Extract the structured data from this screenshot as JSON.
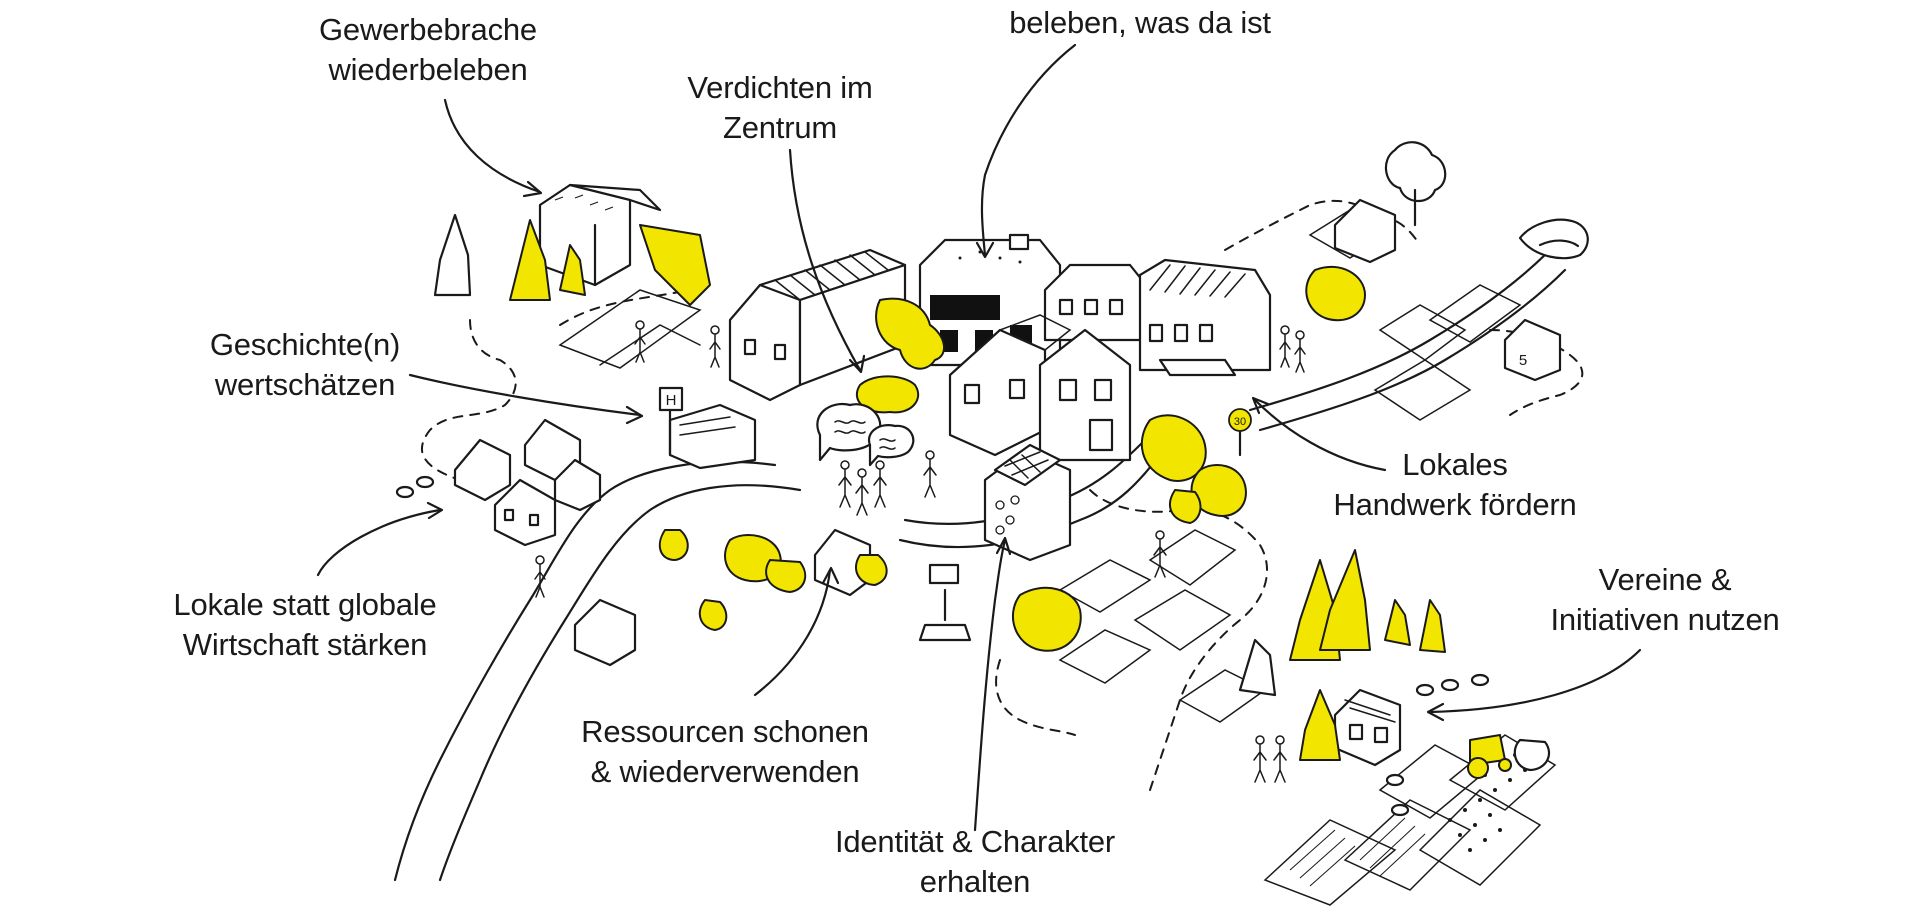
{
  "colors": {
    "accent": "#f2e500",
    "ink": "#1a1a1a",
    "background": "#ffffff"
  },
  "labels": {
    "gewerbebrache": [
      "Gewerbebrache",
      "wiederbeleben"
    ],
    "beleben": [
      "beleben, was da ist"
    ],
    "verdichten": [
      "Verdichten im",
      "Zentrum"
    ],
    "geschichte": [
      "Geschichte(n)",
      "wertschätzen"
    ],
    "handwerk": [
      "Lokales",
      "Handwerk fördern"
    ],
    "wirtschaft": [
      "Lokale statt globale",
      "Wirtschaft stärken"
    ],
    "vereine": [
      "Vereine &",
      "Initiativen nutzen"
    ],
    "ressourcen": [
      "Ressourcen schonen",
      "& wiederverwenden"
    ],
    "identitaet": [
      "Identität & Charakter",
      "erhalten"
    ]
  },
  "signs": {
    "bus_stop": "H",
    "speed_limit": "30",
    "house_number": "5"
  }
}
